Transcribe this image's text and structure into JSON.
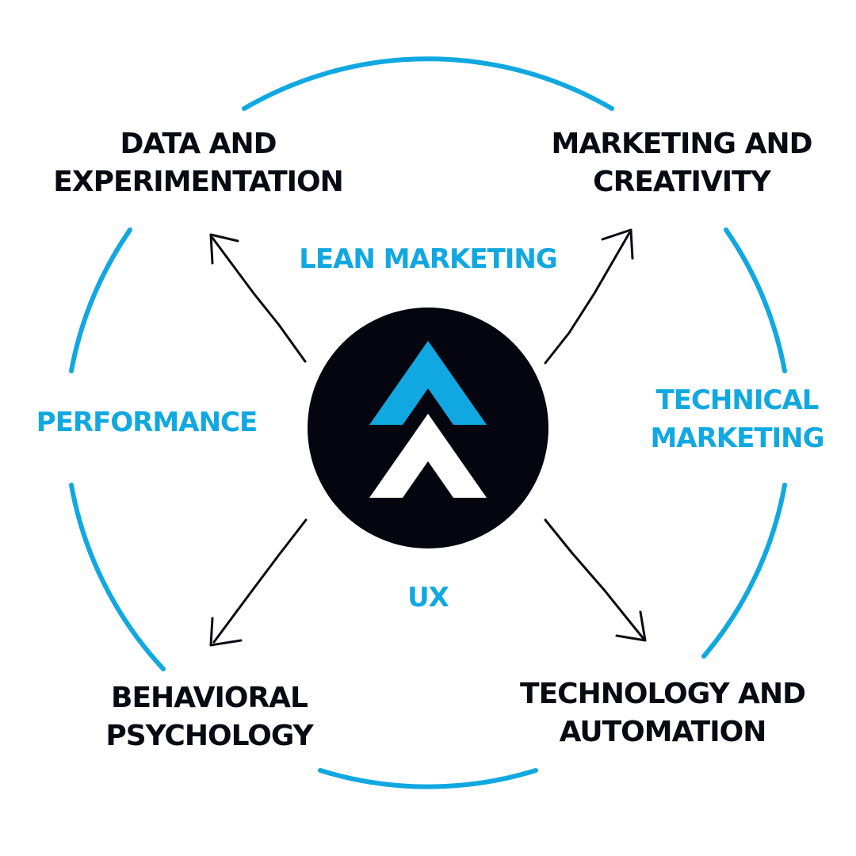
{
  "corners": {
    "top_left": [
      "DATA AND",
      "EXPERIMENTATION"
    ],
    "top_right": [
      "MARKETING AND",
      "CREATIVITY"
    ],
    "bottom_left": [
      "BEHAVIORAL",
      "PSYCHOLOGY"
    ],
    "bottom_right": [
      "TECHNOLOGY AND",
      "AUTOMATION"
    ]
  },
  "ring_labels": {
    "top": "LEAN MARKETING",
    "left": "PERFORMANCE",
    "right": [
      "TECHNICAL",
      "MARKETING"
    ],
    "bottom": "UX"
  },
  "colors": {
    "accent": "#11a8e1",
    "dark": "#05050f",
    "text": "#0a0a14",
    "white": "#ffffff"
  },
  "icons": {
    "center": "double-chevron-up-logo",
    "arrows": "arrow-icon"
  }
}
